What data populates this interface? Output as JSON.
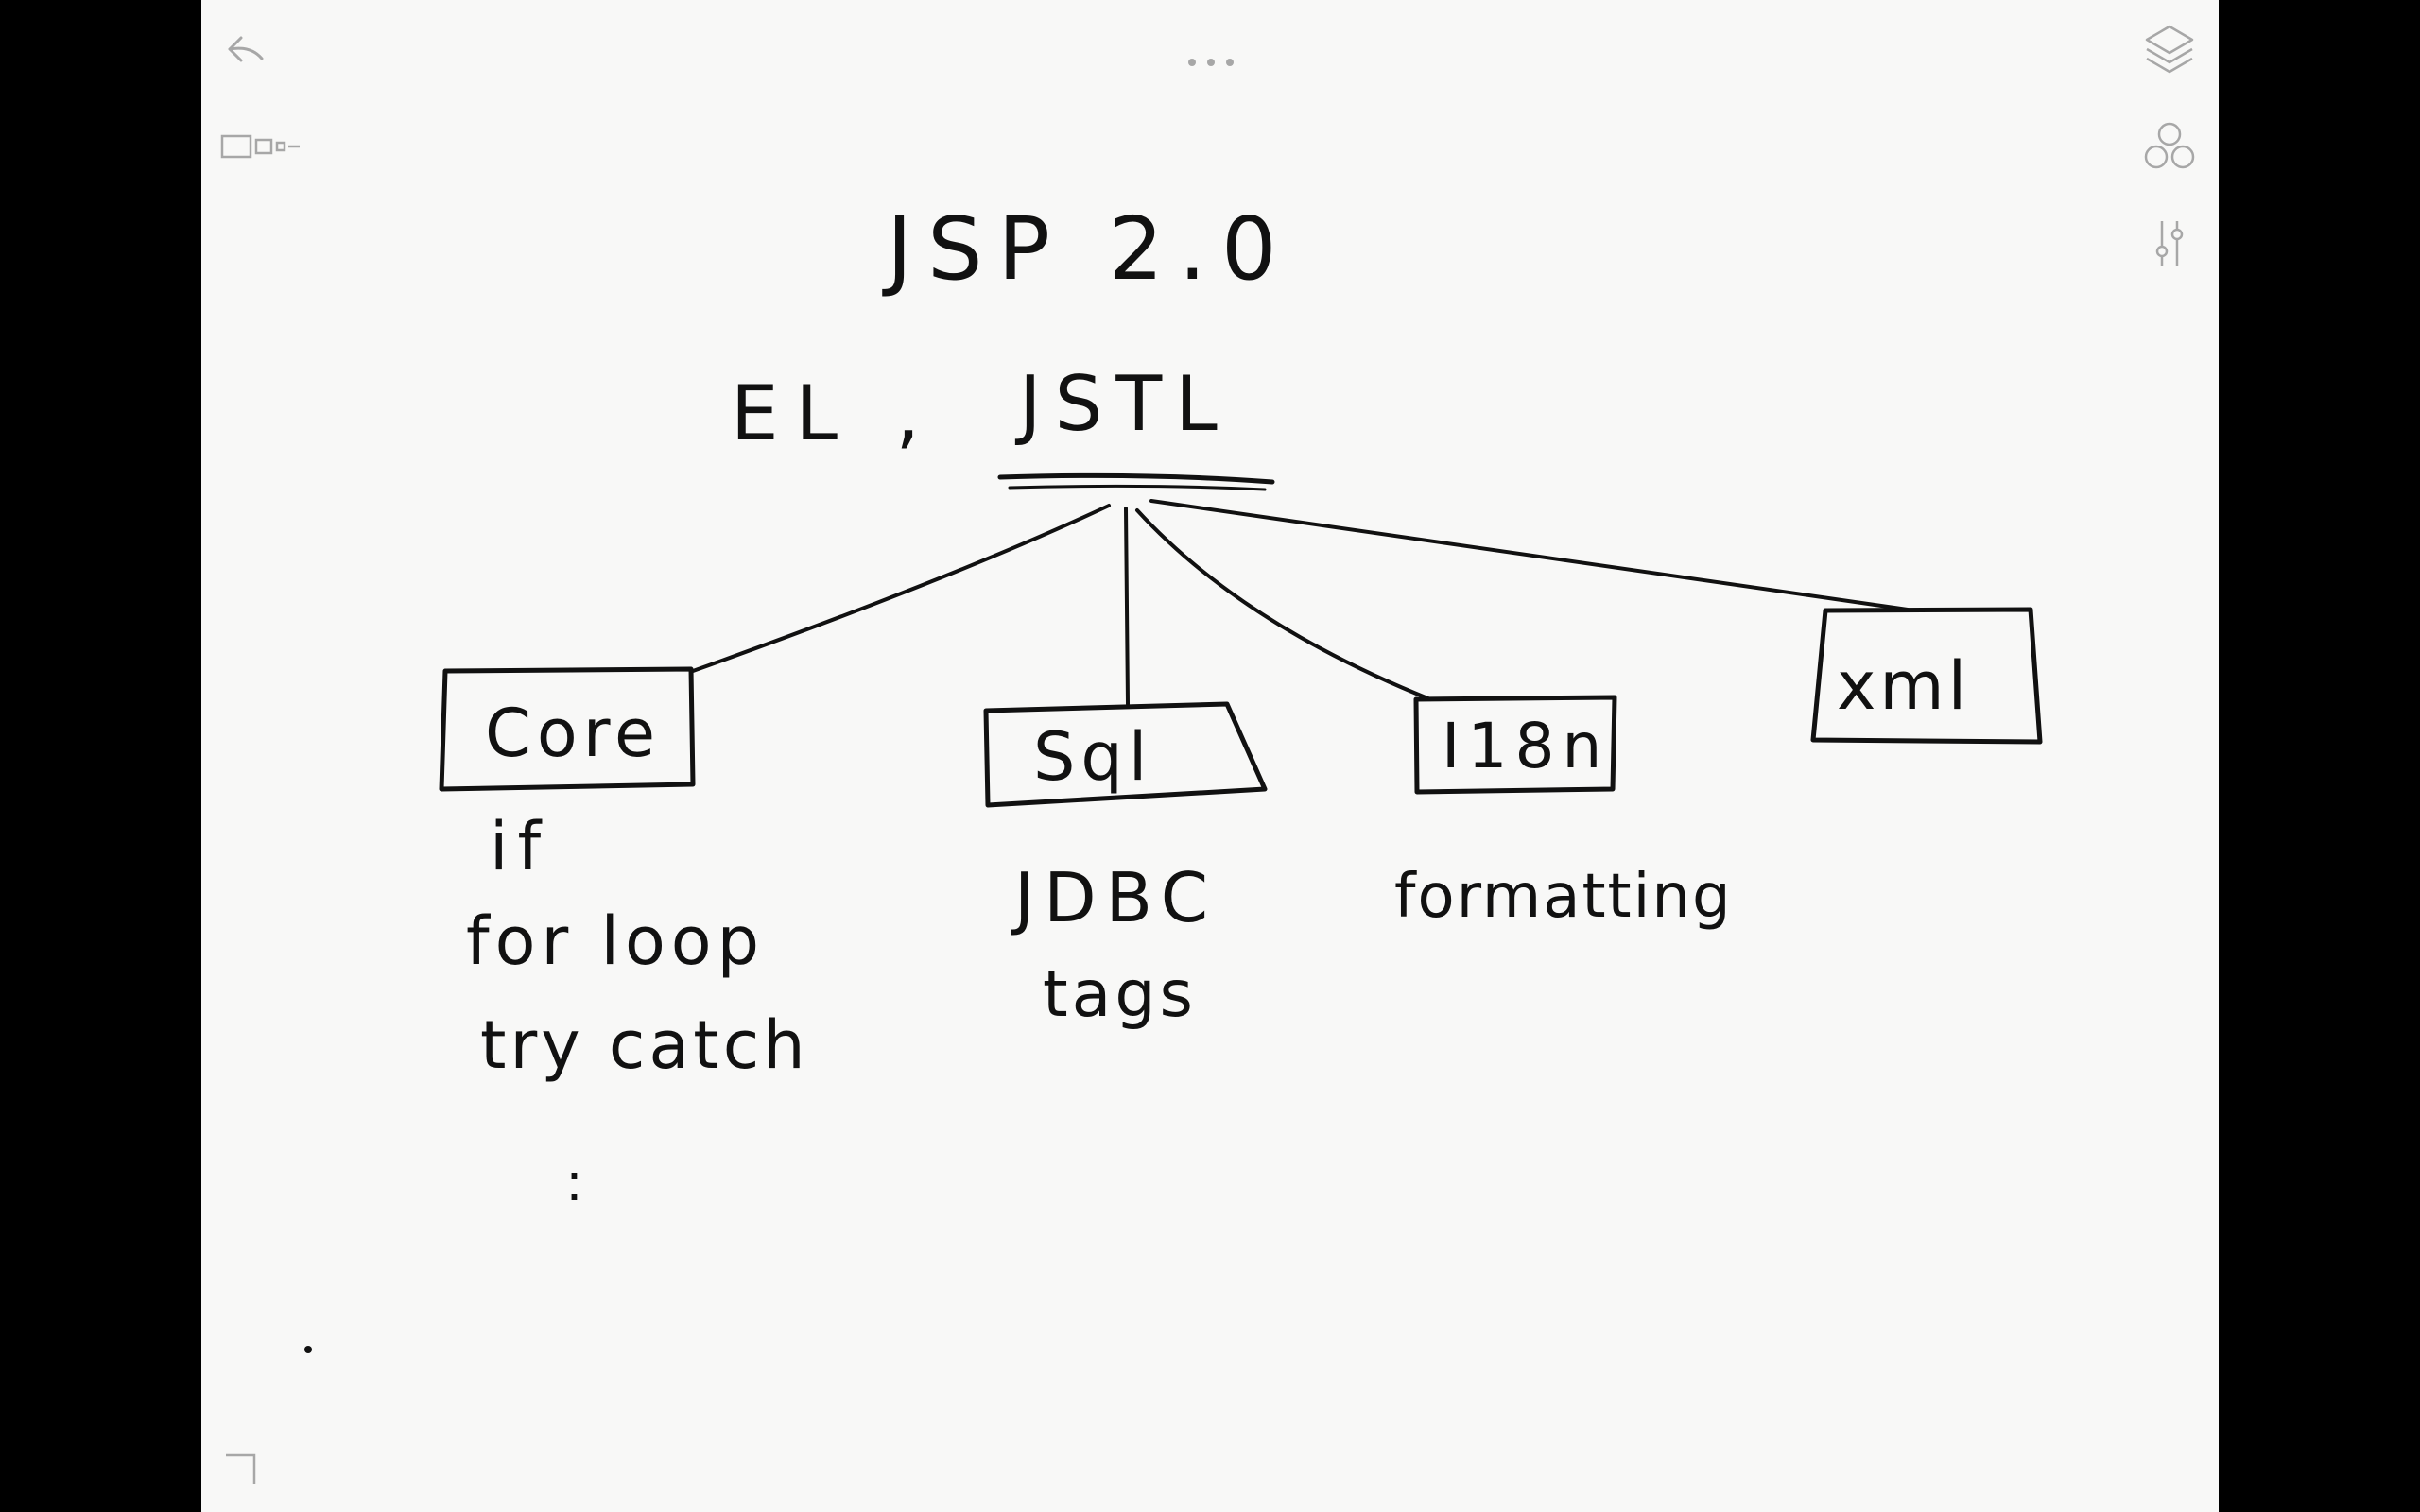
{
  "toolbar": {
    "undo_icon": "undo-arrow-icon",
    "more_icon": "more-dots-icon",
    "pages_icon": "page-thumbnails-icon",
    "layers_icon": "layers-icon",
    "shapes_icon": "circles-icon",
    "adjust_icon": "sliders-icon",
    "corner_icon": "corner-resize-icon"
  },
  "colors": {
    "canvas": "#f8f8f7",
    "ink": "#111111",
    "tool_icon": "#a7a7a7",
    "frame": "#000000"
  },
  "sketch": {
    "title": "JSP 2.0",
    "subtitle_el": "EL ,",
    "subtitle_jstl": "JSTL",
    "boxes": {
      "core": "Core",
      "sql": "Sql",
      "i18n": "I18n",
      "xml": "xml"
    },
    "notes": {
      "core_items": [
        "if",
        "for loop",
        "try catch",
        ":"
      ],
      "sql_items": [
        "JDBC",
        "tags"
      ],
      "i18n_items": [
        "formatting"
      ]
    }
  }
}
